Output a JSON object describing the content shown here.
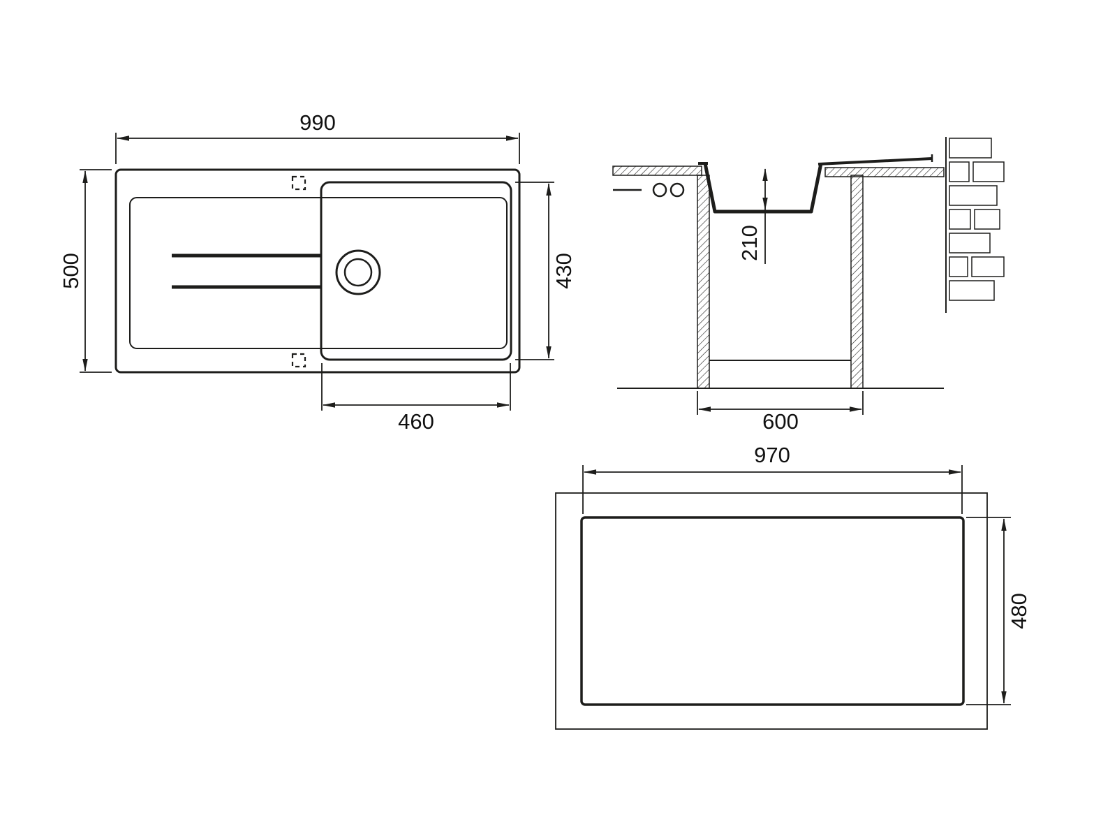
{
  "diagram": {
    "plan_view": {
      "overall_width": "990",
      "overall_depth": "500",
      "bowl_width": "460",
      "bowl_depth": "430"
    },
    "section_view": {
      "bowl_depth": "210",
      "base_width": "600"
    },
    "cutout_view": {
      "width": "970",
      "height": "480"
    },
    "colors": {
      "line": "#1d1d1b",
      "text": "#111111",
      "background": "#ffffff"
    }
  }
}
